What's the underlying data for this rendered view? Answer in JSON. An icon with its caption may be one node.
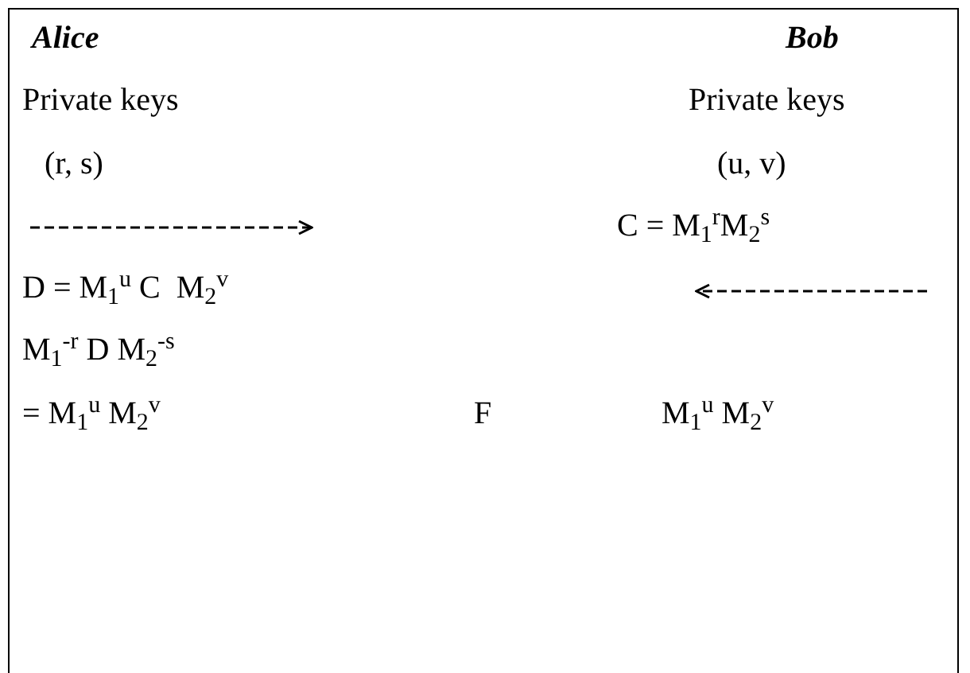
{
  "diagram": {
    "labels": [
      "Alice",
      "Bob",
      "Private keys",
      "Private keys",
      "(r, s)",
      "(u, v)",
      "C = M$_{1}$$^{r}$M$_{2}$$^{s}$",
      "D = M$_{1}$$^{u}$ C  M$_{2}$$^{v}$",
      "M$_{1}$$^{-r}$ D M$_{2}$$^{-s}$",
      "= M$_{1}$$^{u}$ M$_{2}$$^{v}$",
      "F",
      "M$_{1}$$^{u}$ M$_{2}$$^{v}$"
    ]
  }
}
